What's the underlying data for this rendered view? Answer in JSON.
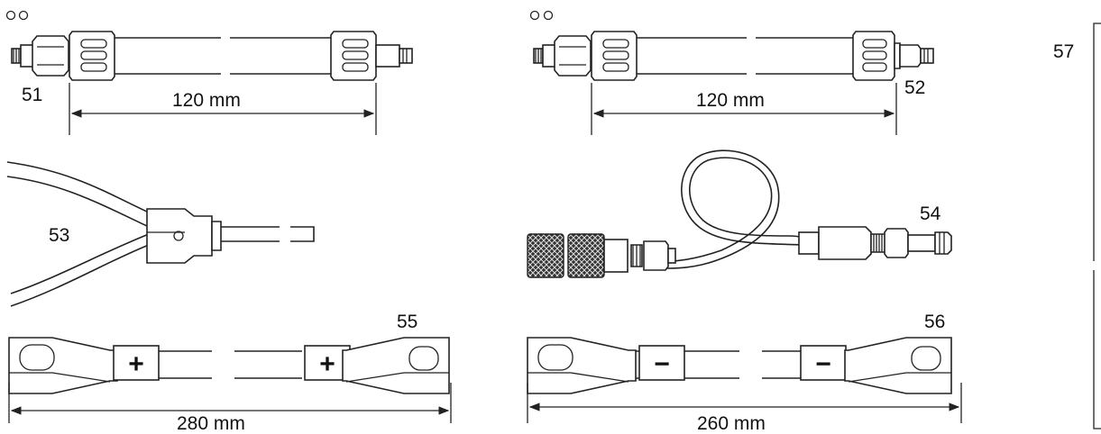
{
  "labels": {
    "p51": "51",
    "p52": "52",
    "p53": "53",
    "p54": "54",
    "p55": "55",
    "p56": "56",
    "p57": "57"
  },
  "dimensions": {
    "d51": "120 mm",
    "d52": "120 mm",
    "d55": "280 mm",
    "d56": "260 mm"
  },
  "polarity": {
    "positive": "+",
    "negative": "−"
  }
}
